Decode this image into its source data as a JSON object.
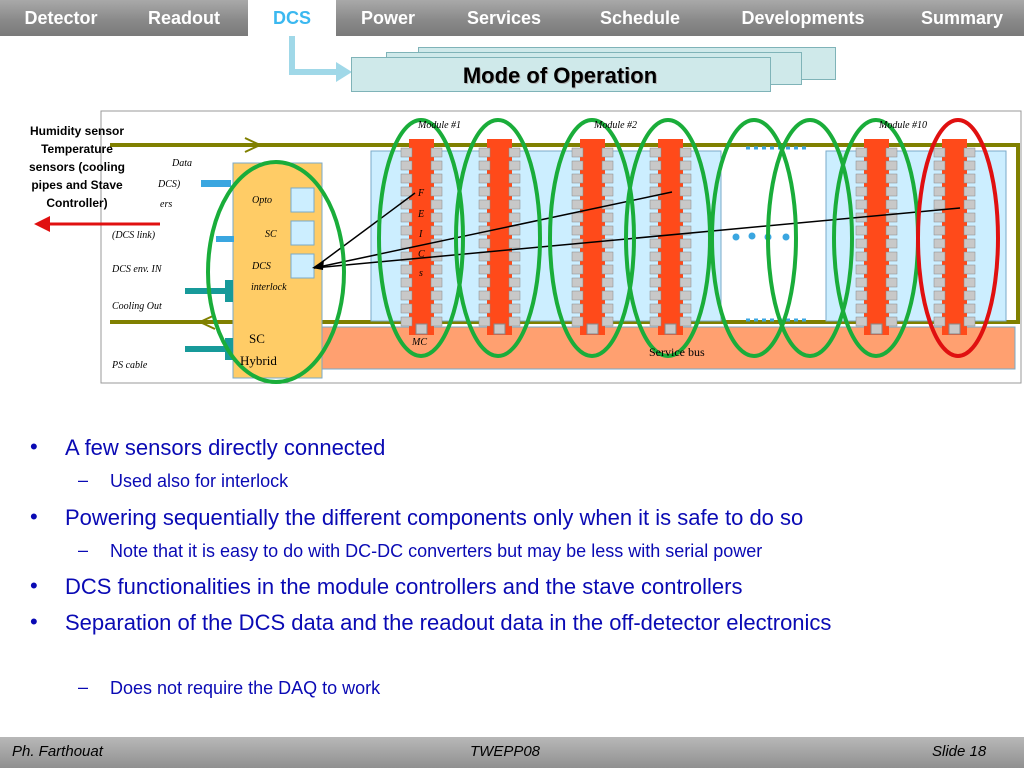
{
  "nav": {
    "tabs": [
      {
        "label": "Detector",
        "active": false
      },
      {
        "label": "Readout",
        "active": false
      },
      {
        "label": "DCS",
        "active": true
      },
      {
        "label": "Power",
        "active": false
      },
      {
        "label": "Services",
        "active": false
      },
      {
        "label": "Schedule",
        "active": false
      },
      {
        "label": "Developments",
        "active": false
      },
      {
        "label": "Summary",
        "active": false
      }
    ]
  },
  "title": "Mode of Operation",
  "diagram": {
    "sensor_note": [
      "Humidity sensor",
      "Temperature",
      "sensors (cooling",
      "pipes and Stave",
      "Controller)"
    ],
    "left_labels": {
      "data": "Data",
      "dcs_paren": "DCS)",
      "ers": "ers",
      "dcs_link": "(DCS link)",
      "dcs_env": "DCS env. IN",
      "cooling_out": "Cooling Out",
      "ps_cable": "PS cable"
    },
    "stave_controller": {
      "opto": "Opto",
      "sc": "SC",
      "dcs": "DCS",
      "interlock": "interlock",
      "sc_bottom": "SC",
      "hybrid": "Hybrid"
    },
    "module_labels": {
      "m1": "Module #1",
      "m2": "Module #2",
      "m10": "Module #10"
    },
    "fe_letters": [
      "F",
      "E",
      "I",
      "C",
      "s"
    ],
    "mc": "MC",
    "service_bus": "Service bus",
    "colors": {
      "green_ellipse": "#1aad3a",
      "red_ellipse": "#e01010",
      "chip": "#ff4a1a",
      "bus": "#ffa070",
      "pipe": "#808000"
    }
  },
  "bullets": [
    {
      "level": 1,
      "text": "A few sensors directly connected"
    },
    {
      "level": 2,
      "text": "Used also for interlock"
    },
    {
      "level": 1,
      "text": "Powering sequentially the different components only when it is safe to do so"
    },
    {
      "level": 2,
      "text": "Note that it is easy to do with DC-DC converters but may be less with serial power"
    },
    {
      "level": 1,
      "text": "DCS functionalities in the module controllers and the stave controllers"
    },
    {
      "level": 1,
      "text": "Separation of the DCS data and the readout data in the off-detector electronics"
    },
    {
      "level": 2,
      "text": "Does not require the DAQ to work"
    }
  ],
  "bullet_marks": {
    "level1": "•",
    "level2": "–"
  },
  "footer": {
    "author": "Ph. Farthouat",
    "event": "TWEPP08",
    "slide": "Slide 18"
  }
}
